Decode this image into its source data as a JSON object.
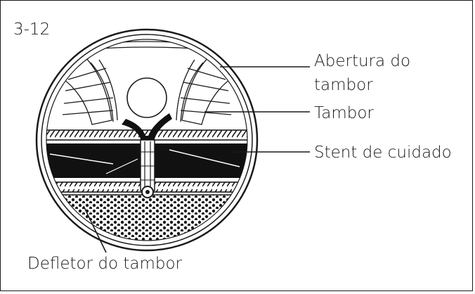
{
  "figure": {
    "number": "3-12",
    "labels": {
      "drum_opening_line1": "Abertura do",
      "drum_opening_line2": "tambor",
      "drum": "Tambor",
      "care_stent": "Stent de cuidado",
      "drum_baffle": "Defletor do tambor"
    }
  }
}
